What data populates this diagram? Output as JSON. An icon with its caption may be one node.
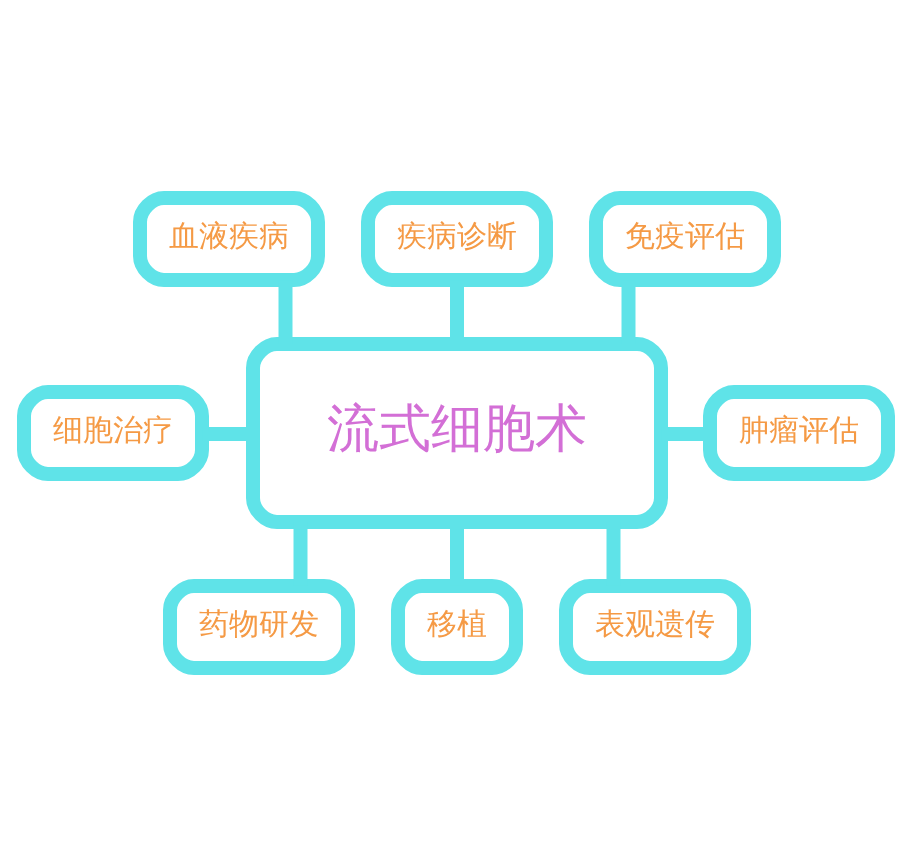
{
  "diagram": {
    "nodes": [
      {
        "text": [
          "流式细胞术"
        ]
      },
      {
        "text": [
          "疾病诊断"
        ]
      },
      {
        "text": [
          "血液疾病"
        ]
      },
      {
        "text": [
          "免疫评估"
        ]
      },
      {
        "text": [
          "细胞治疗"
        ]
      },
      {
        "text": [
          "肿瘤评估"
        ]
      },
      {
        "text": [
          "药物研发"
        ]
      },
      {
        "text": [
          "表观遗传"
        ]
      },
      {
        "text": [
          "移植"
        ]
      }
    ],
    "edges": [
      {
        "from": 1,
        "to": 0,
        "arrow": "none"
      },
      {
        "from": 2,
        "to": 0,
        "arrow": "none"
      },
      {
        "from": 3,
        "to": 0,
        "arrow": "none"
      },
      {
        "from": 4,
        "to": 0,
        "arrow": "none"
      },
      {
        "from": 0,
        "to": 5,
        "arrow": "none"
      },
      {
        "from": 0,
        "to": 6,
        "arrow": "none"
      },
      {
        "from": 0,
        "to": 7,
        "arrow": "none"
      },
      {
        "from": 0,
        "to": 8,
        "arrow": "none"
      }
    ]
  }
}
